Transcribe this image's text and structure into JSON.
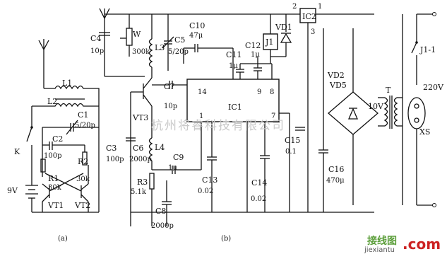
{
  "parts_a": {
    "L1": "L1",
    "L2": "L2",
    "C1": "C1",
    "C1_val": "5/20p",
    "C2": "C2",
    "C2_val": "100p",
    "R2": "R2",
    "R2_val": "30k",
    "R1": "R1",
    "R1_val": "30k",
    "VT1": "VT1",
    "VT2": "VT2",
    "K": "K",
    "battery": "9V",
    "caption": "(a)"
  },
  "parts_b": {
    "C4": "C4",
    "C4_val": "10p",
    "W": "W",
    "W_val": "300k",
    "L3": "L3",
    "C5": "C5",
    "C5_val": "5/20p",
    "C10": "C10",
    "C10_val": "47μ",
    "C11": "C11",
    "C11_val": "1μ",
    "C12": "C12",
    "C12_val": "1μ",
    "J1": "J1",
    "VD1": "VD1",
    "IC1": "IC1",
    "IC2": "IC2",
    "pin14": "14",
    "pin1": "1",
    "pin9": "9",
    "pin8": "8",
    "pin7": "7",
    "ic2_pin1": "1",
    "ic2_pin2": "2",
    "ic2_pin3": "3",
    "C7": "C7",
    "C7_val": "10p",
    "VT3": "VT3",
    "C3": "C3",
    "C3_val": "100p",
    "C6": "C6",
    "C6_val": "2000p",
    "L4": "L4",
    "C9": "C9",
    "C9_val": "1μ",
    "R3": "R3",
    "R3_val": "5.1k",
    "C8": "C8",
    "C8_val": "2000p",
    "C13": "C13",
    "C13_val": "0.02",
    "C14": "C14",
    "C14_val": "0.02",
    "C15": "C15",
    "C15_val": "0.1",
    "C16": "C16",
    "C16_val": "470μ",
    "VD2": "VD2",
    "VD5": "VD5",
    "V10": "10V",
    "T": "T",
    "J11": "J1-1",
    "V220": "220V",
    "XS": "XS",
    "caption": "(b)"
  },
  "watermark": "杭州将睿科技有限公司",
  "logo": {
    "cn": "接线图",
    "url": "jiexiantu",
    "dotcom": ".com"
  }
}
